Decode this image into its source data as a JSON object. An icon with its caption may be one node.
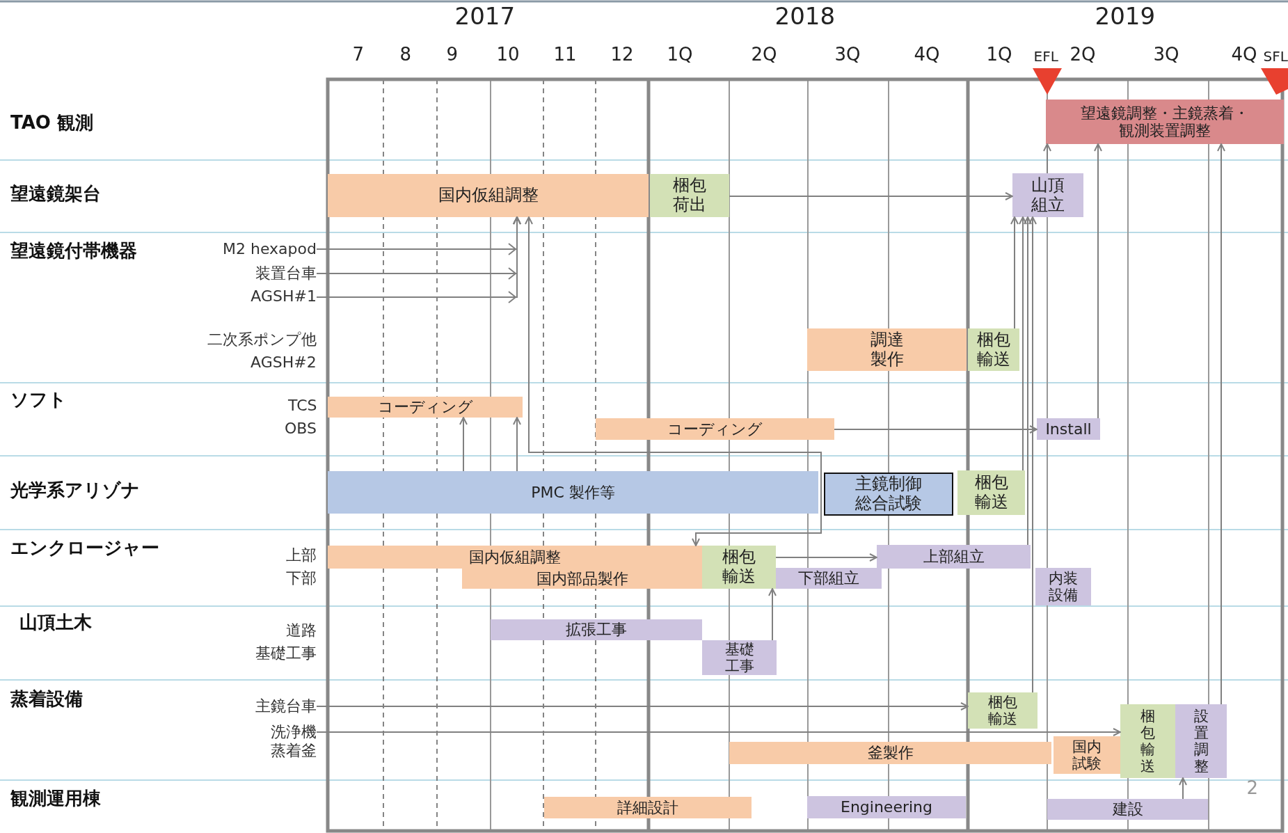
{
  "diagram": {
    "nodes": [
      {
        "text": [
          "望遠鏡調整・主鏡蒸着・観測装置調整"
        ]
      },
      {
        "text": [
          "国内仮組調整"
        ]
      },
      {
        "text": [
          "梱包荷出"
        ]
      },
      {
        "text": [
          "山頂組立"
        ]
      },
      {
        "text": [
          "M2 hexapod"
        ]
      },
      {
        "text": [
          "装置台車"
        ]
      },
      {
        "text": [
          "AGSH#1"
        ]
      },
      {
        "text": [
          "調達製作"
        ]
      },
      {
        "text": [
          "梱包輸送"
        ]
      },
      {
        "text": [
          "コーディング"
        ]
      },
      {
        "text": [
          "コーディング"
        ]
      },
      {
        "text": [
          "Install"
        ]
      },
      {
        "text": [
          "PMC 製作等"
        ]
      },
      {
        "text": [
          "主鏡制御総合試験"
        ]
      },
      {
        "text": [
          "梱包輸送"
        ]
      },
      {
        "text": [
          "国内仮組調整"
        ]
      },
      {
        "text": [
          "国内部品製作"
        ]
      },
      {
        "text": [
          "梱包輸送"
        ]
      },
      {
        "text": [
          "上部組立"
        ]
      },
      {
        "text": [
          "下部組立"
        ]
      },
      {
        "text": [
          "内装設備"
        ]
      },
      {
        "text": [
          "拡張工事"
        ]
      },
      {
        "text": [
          "基礎工事"
        ]
      },
      {
        "text": [
          "主鏡台車"
        ]
      },
      {
        "text": [
          "洗浄機"
        ]
      },
      {
        "text": [
          "梱包輸送"
        ]
      },
      {
        "text": [
          "釜製作"
        ]
      },
      {
        "text": [
          "国内試験"
        ]
      },
      {
        "text": [
          "梱包輸送"
        ]
      },
      {
        "text": [
          "設置調整"
        ]
      },
      {
        "text": [
          "詳細設計"
        ]
      },
      {
        "text": [
          "Engineering"
        ]
      },
      {
        "text": [
          "建設"
        ]
      }
    ],
    "edges": [
      {
        "from": 2,
        "to": 3,
        "arrow": "to"
      },
      {
        "from": 4,
        "to": 1,
        "arrow": "to"
      },
      {
        "from": 5,
        "to": 1,
        "arrow": "to"
      },
      {
        "from": 6,
        "to": 1,
        "arrow": "to"
      },
      {
        "from": 1,
        "to": 15,
        "arrow": "both"
      },
      {
        "from": 12,
        "to": 9,
        "arrow": "to"
      },
      {
        "from": 12,
        "to": 9,
        "arrow": "to"
      },
      {
        "from": 10,
        "to": 11,
        "arrow": "to"
      },
      {
        "from": 8,
        "to": 3,
        "arrow": "to"
      },
      {
        "from": 14,
        "to": 3,
        "arrow": "to"
      },
      {
        "from": 18,
        "to": 3,
        "arrow": "to"
      },
      {
        "from": 25,
        "to": 3,
        "arrow": "to"
      },
      {
        "from": 3,
        "to": 0,
        "arrow": "to"
      },
      {
        "from": 11,
        "to": 0,
        "arrow": "to"
      },
      {
        "from": 29,
        "to": 0,
        "arrow": "to"
      },
      {
        "from": 17,
        "to": 18,
        "arrow": "to"
      },
      {
        "from": 22,
        "to": 19,
        "arrow": "to"
      },
      {
        "from": 23,
        "to": 25,
        "arrow": "to"
      },
      {
        "from": 24,
        "to": 28,
        "arrow": "to"
      },
      {
        "from": 32,
        "to": 29,
        "arrow": "to"
      }
    ],
    "labels": [
      "2017",
      "2018",
      "2019",
      "7",
      "8",
      "9",
      "10",
      "11",
      "12",
      "1Q",
      "2Q",
      "3Q",
      "4Q",
      "1Q",
      "EFL",
      "2Q",
      "3Q",
      "4Q",
      "SFL",
      "TAO 観測",
      "望遠鏡架台",
      "望遠鏡付帯機器",
      "二次系ポンプ他",
      "AGSH#2",
      "ソフト",
      "TCS",
      "OBS",
      "光学系アリゾナ",
      "エンクロージャー",
      "上部",
      "下部",
      "山頂土木",
      "道路",
      "基礎工事",
      "蒸着設備",
      "蒸着釜",
      "観測運用棟",
      "2"
    ]
  }
}
